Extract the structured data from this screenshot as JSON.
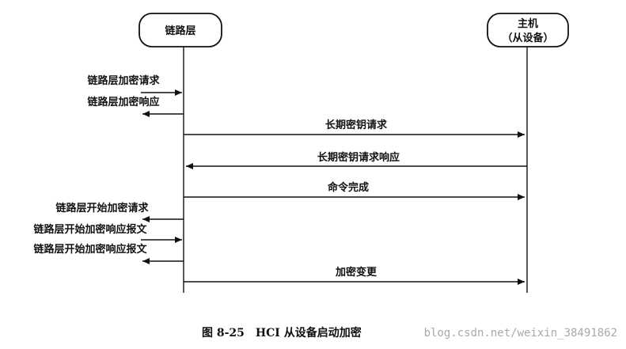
{
  "participants": {
    "left": {
      "label": "链路层"
    },
    "right": {
      "line1": "主机",
      "line2": "（从设备）"
    }
  },
  "messages": [
    {
      "label": "链路层加密请求",
      "direction": "in-left"
    },
    {
      "label": "链路层加密响应",
      "direction": "out-left"
    },
    {
      "label": "长期密钥请求",
      "direction": "to-right"
    },
    {
      "label": "长期密钥请求响应",
      "direction": "to-left"
    },
    {
      "label": "命令完成",
      "direction": "to-right"
    },
    {
      "label": "链路层开始加密请求",
      "direction": "out-left"
    },
    {
      "label": "链路层开始加密响应报文",
      "direction": "in-left"
    },
    {
      "label": "链路层开始加密响应报文",
      "direction": "out-left"
    },
    {
      "label": "加密变更",
      "direction": "to-right"
    }
  ],
  "caption": "图 8-25　HCI 从设备启动加密",
  "watermark": "blog.csdn.net/weixin_38491862",
  "colors": {
    "ink": "#111111",
    "background": "#ffffff",
    "watermark": "#aaaaaa"
  }
}
